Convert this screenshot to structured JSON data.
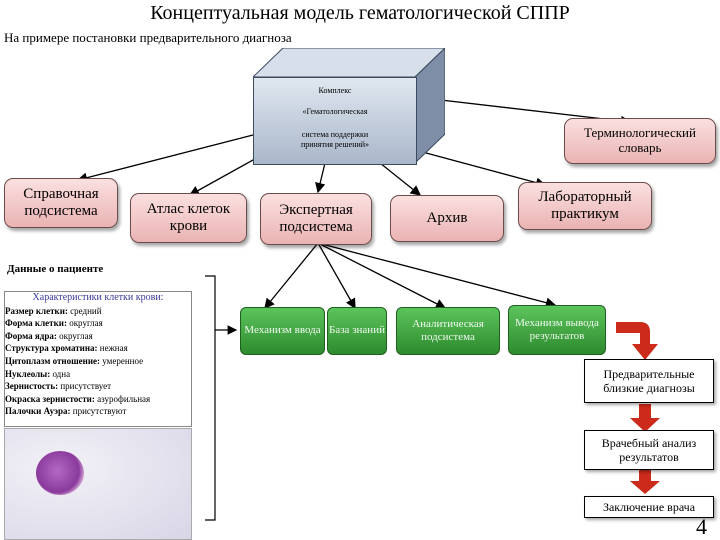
{
  "title": "Концептуальная модель гематологической СППР",
  "subtitle": "На примере постановки предварительного диагноза",
  "complex": {
    "line1": "Комплекс",
    "line2": "«Гематологическая",
    "line3": "система поддержки",
    "line4": "принятия решений»"
  },
  "nodes": {
    "terminology": "Терминологический словарь",
    "reference": "Справочная подсистема",
    "atlas": "Атлас клеток крови",
    "expert": "Экспертная подсистема",
    "archive": "Архив",
    "lab": "Лабораторный практикум"
  },
  "green_boxes": {
    "input": "Механизм ввода",
    "kb": "База знаний",
    "analytic": "Аналитическая подсистема",
    "output": "Механизм вывода результатов"
  },
  "patient": {
    "title": "Данные о пациенте",
    "header": "Характеристики клетки крови:",
    "rows": [
      {
        "label": "Размер клетки:",
        "value": "средний"
      },
      {
        "label": "Форма клетки:",
        "value": "округлая"
      },
      {
        "label": "Форма ядра:",
        "value": "округлая"
      },
      {
        "label": "Структура хроматина:",
        "value": "нежная"
      },
      {
        "label": "Цитоплазм отношение:",
        "value": "умеренное"
      },
      {
        "label": "Нуклеолы:",
        "value": "одна"
      },
      {
        "label": "Зернистость:",
        "value": "присутствует"
      },
      {
        "label": "Окраска зернистости:",
        "value": "азурофильная"
      },
      {
        "label": "Палочки Ауэра:",
        "value": "присутствуют"
      }
    ]
  },
  "results": {
    "prelim": "Предварительные близкие диагнозы",
    "analysis": "Врачебный анализ результатов",
    "conclusion": "Заключение врача"
  },
  "page_number": "4",
  "colors": {
    "pink": "#f0c4c4",
    "green": "#3aa63a",
    "arrow_red": "#cc2a1a",
    "cube": "#c8d2e0"
  }
}
